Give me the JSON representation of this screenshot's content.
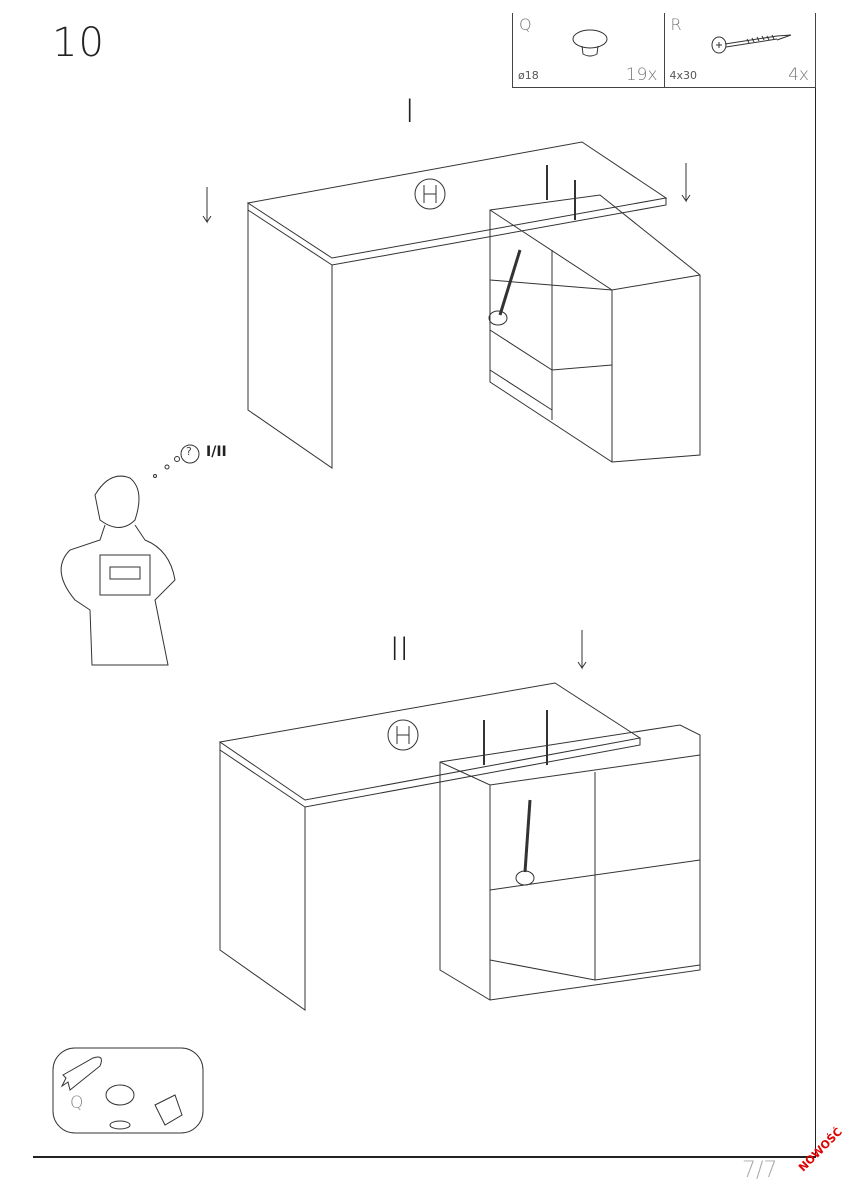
{
  "step_number": "10",
  "parts": [
    {
      "letter": "Q",
      "size": "ø18",
      "quantity": "19x",
      "icon": "cap-icon"
    },
    {
      "letter": "R",
      "size": "4x30",
      "quantity": "4x",
      "icon": "screw-icon"
    }
  ],
  "variants": {
    "first": "I",
    "second": "II"
  },
  "choice_hint": {
    "symbol": "?",
    "text": "I/II"
  },
  "cap_tip": {
    "letter": "Q"
  },
  "footer": {
    "page": "7/7",
    "badge": "NOWOŚĆ"
  }
}
